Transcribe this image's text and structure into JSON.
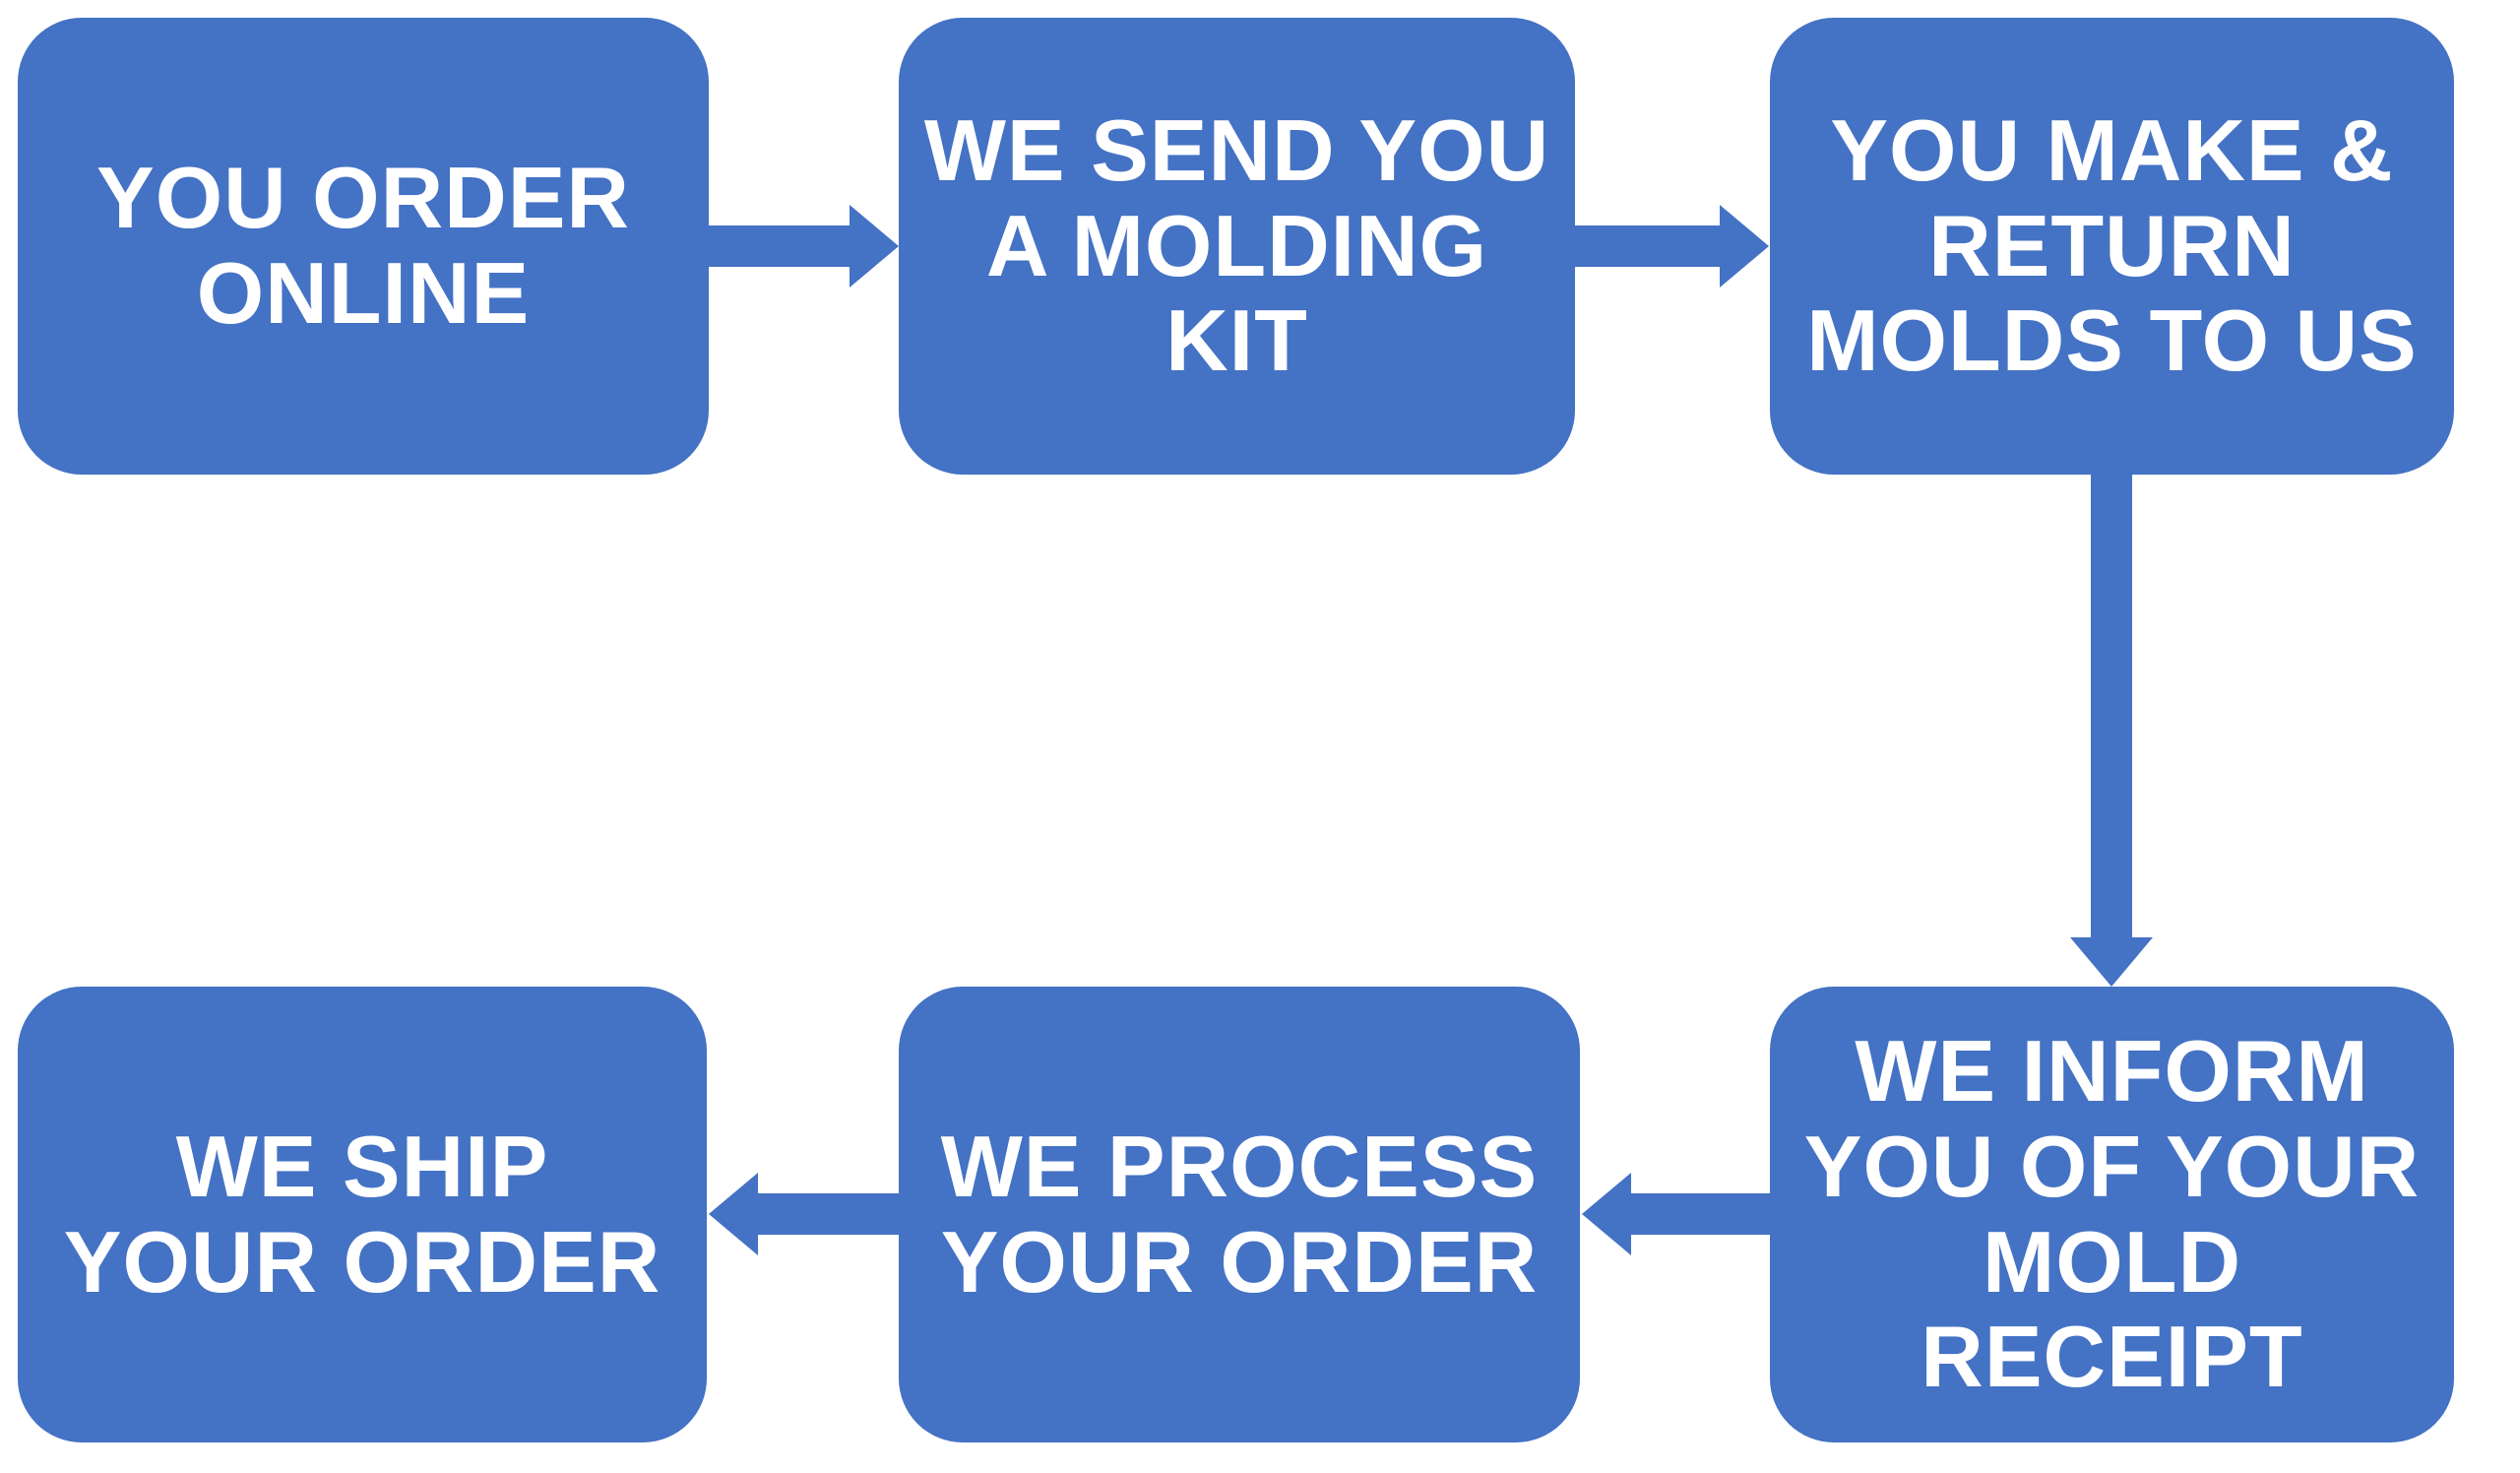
{
  "diagram": {
    "type": "flowchart",
    "colors": {
      "accent": "#4472C4",
      "background": "#FFFFFF",
      "text": "#FFFFFF"
    },
    "nodes": [
      {
        "id": "you-order-online",
        "label": "YOU ORDER\nONLINE"
      },
      {
        "id": "we-send-you-a-molding-kit",
        "label": "WE SEND YOU\nA MOLDING\nKIT"
      },
      {
        "id": "you-make-and-return-molds-to-us",
        "label": "YOU MAKE &\nRETURN\nMOLDS TO US"
      },
      {
        "id": "we-inform-you-of-your-mold-receipt",
        "label": "WE INFORM\nYOU OF YOUR\nMOLD\nRECEIPT"
      },
      {
        "id": "we-process-your-order",
        "label": "WE PROCESS\nYOUR ORDER"
      },
      {
        "id": "we-ship-your-order",
        "label": "WE SHIP\nYOUR ORDER"
      }
    ],
    "arrows": [
      {
        "from": "you-order-online",
        "to": "we-send-you-a-molding-kit",
        "direction": "right"
      },
      {
        "from": "we-send-you-a-molding-kit",
        "to": "you-make-and-return-molds-to-us",
        "direction": "right"
      },
      {
        "from": "you-make-and-return-molds-to-us",
        "to": "we-inform-you-of-your-mold-receipt",
        "direction": "down"
      },
      {
        "from": "we-inform-you-of-your-mold-receipt",
        "to": "we-process-your-order",
        "direction": "left"
      },
      {
        "from": "we-process-your-order",
        "to": "we-ship-your-order",
        "direction": "left"
      }
    ]
  }
}
